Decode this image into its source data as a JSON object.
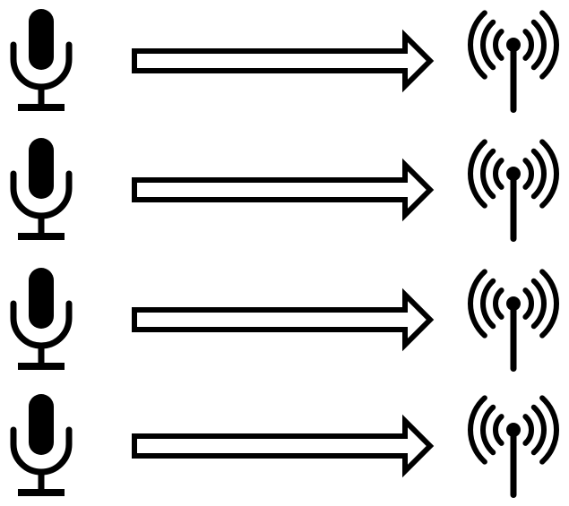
{
  "rows": [
    {
      "source": "microphone-icon",
      "connector": "arrow-right",
      "target": "radio-antenna-icon"
    },
    {
      "source": "microphone-icon",
      "connector": "arrow-right",
      "target": "radio-antenna-icon"
    },
    {
      "source": "microphone-icon",
      "connector": "arrow-right",
      "target": "radio-antenna-icon"
    },
    {
      "source": "microphone-icon",
      "connector": "arrow-right",
      "target": "radio-antenna-icon"
    }
  ],
  "colors": {
    "icon": "#000000",
    "arrow_fill": "#ffffff",
    "arrow_stroke": "#000000",
    "background": "#ffffff"
  }
}
